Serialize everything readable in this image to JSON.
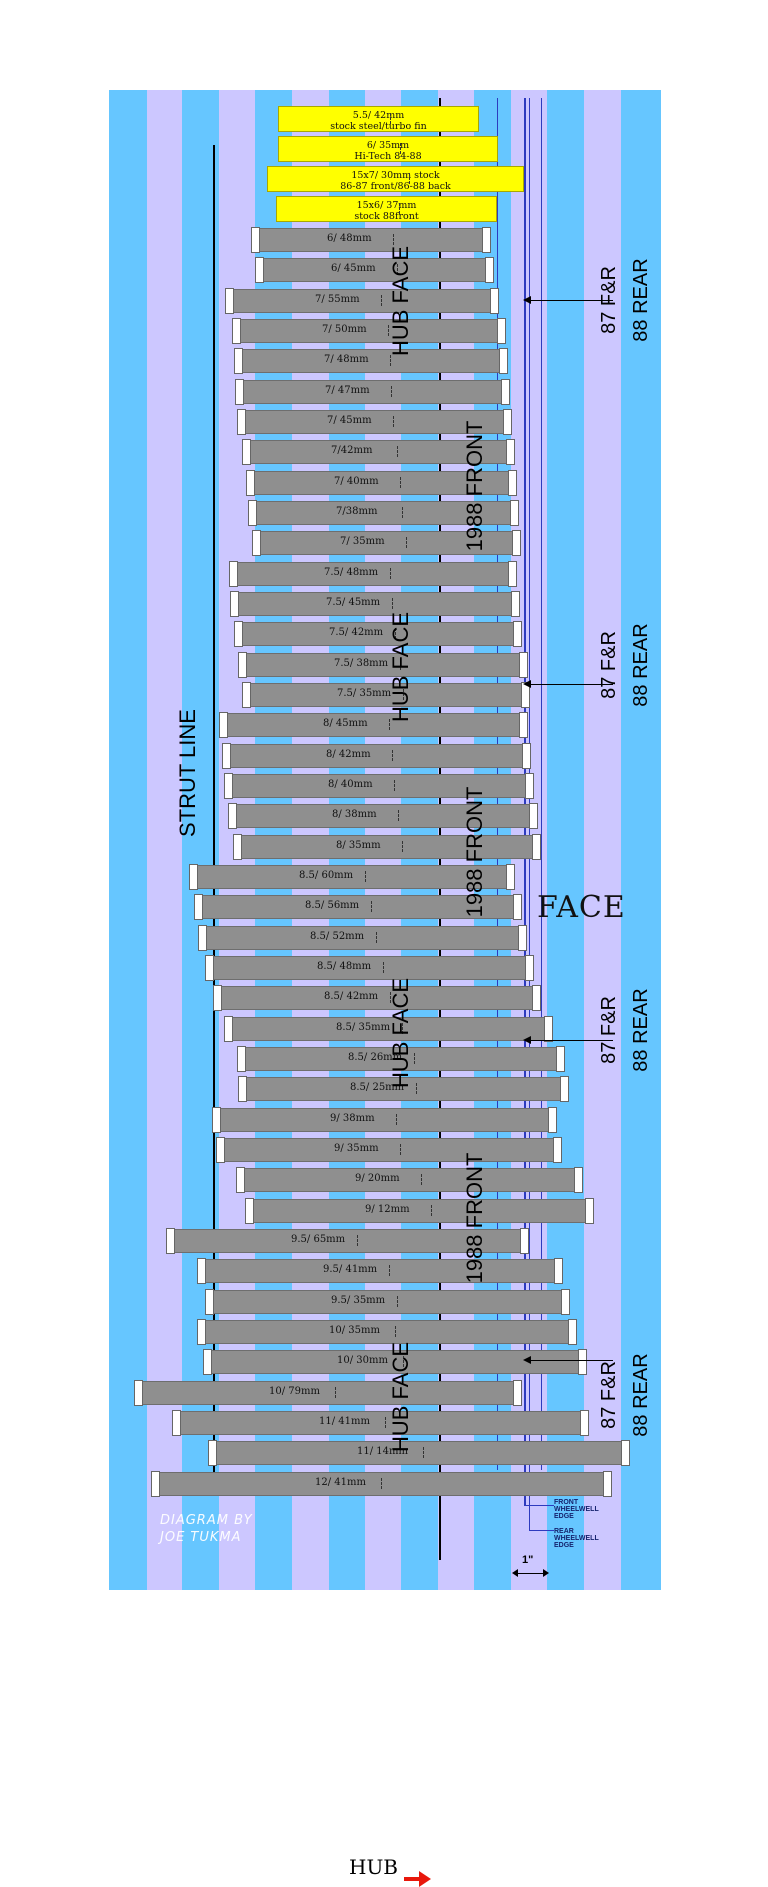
{
  "colors": {
    "stripe_blue": "#66c6ff",
    "stripe_lavender": "#ccc7ff",
    "wheel_fill": "#8f8f8f",
    "yellow_box": "#ffff00",
    "strut_line": "#000000",
    "blue_line": "#2d3bbf",
    "hub_arrow": "#e8180c",
    "credit_text": "#ffffff"
  },
  "labels": {
    "strut_line": "STRUT LINE",
    "hub_face": "HUB FACE",
    "front_1988": "1988 FRONT",
    "rear_line1": "87 F&R",
    "rear_line2": "88 REAR",
    "face": "FACE",
    "hub": "HUB",
    "front_wheelwell_line1": "FRONT",
    "front_wheelwell_line2": "WHEELWELL",
    "front_wheelwell_line3": "EDGE",
    "rear_wheelwell_line1": "REAR",
    "rear_wheelwell_line2": "WHEELWELL",
    "rear_wheelwell_line3": "EDGE",
    "inch": "1\"",
    "credit_line1": "DIAGRAM BY",
    "credit_line2": "JOE TUKMA"
  },
  "yellow_boxes": [
    {
      "line1": "5.5/ 42mm",
      "line2": "stock steel/turbo fin"
    },
    {
      "line1": "6/ 35mm",
      "line2": "Hi-Tech 84-88"
    },
    {
      "line1": "15x7/ 30mm stock",
      "line2": "86-87 front/86-88 back"
    },
    {
      "line1": "15x6/ 37mm",
      "line2": "stock 88front"
    }
  ],
  "wheels": [
    {
      "label": "6/ 48mm"
    },
    {
      "label": "6/ 45mm"
    },
    {
      "label": "7/ 55mm"
    },
    {
      "label": "7/ 50mm"
    },
    {
      "label": "7/ 48mm"
    },
    {
      "label": "7/ 47mm"
    },
    {
      "label": "7/ 45mm"
    },
    {
      "label": "7/42mm"
    },
    {
      "label": "7/ 40mm"
    },
    {
      "label": "7/38mm"
    },
    {
      "label": "7/ 35mm"
    },
    {
      "label": "7.5/ 48mm"
    },
    {
      "label": "7.5/ 45mm"
    },
    {
      "label": "7.5/ 42mm"
    },
    {
      "label": "7.5/ 38mm"
    },
    {
      "label": "7.5/ 35mm"
    },
    {
      "label": "8/ 45mm"
    },
    {
      "label": "8/ 42mm"
    },
    {
      "label": "8/ 40mm"
    },
    {
      "label": "8/ 38mm"
    },
    {
      "label": "8/ 35mm"
    },
    {
      "label": "8.5/ 60mm"
    },
    {
      "label": "8.5/ 56mm"
    },
    {
      "label": "8.5/ 52mm"
    },
    {
      "label": "8.5/ 48mm"
    },
    {
      "label": "8.5/ 42mm"
    },
    {
      "label": "8.5/ 35mm"
    },
    {
      "label": "8.5/ 26mm"
    },
    {
      "label": "8.5/ 25mm"
    },
    {
      "label": "9/ 38mm"
    },
    {
      "label": "9/ 35mm"
    },
    {
      "label": "9/ 20mm"
    },
    {
      "label": "9/ 12mm"
    },
    {
      "label": "9.5/ 65mm"
    },
    {
      "label": "9.5/ 41mm"
    },
    {
      "label": "9.5/ 35mm"
    },
    {
      "label": "10/ 35mm"
    },
    {
      "label": "10/ 30mm"
    },
    {
      "label": "10/ 79mm"
    },
    {
      "label": "11/ 41mm"
    },
    {
      "label": "11/ 14mm"
    },
    {
      "label": "12/ 41mm"
    }
  ]
}
